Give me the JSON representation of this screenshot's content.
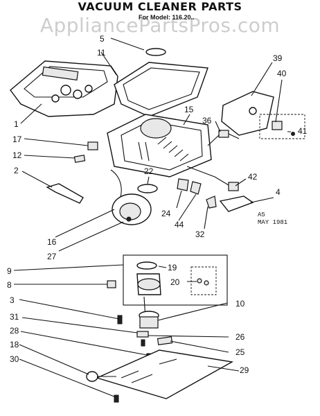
{
  "header": {
    "title": "VACUUM CLEANER PARTS",
    "model": "For Model: 116.20..",
    "watermark": "AppliancePartsPros.com"
  },
  "callouts": [
    "5",
    "11",
    "39",
    "40",
    "41",
    "15",
    "36",
    "1",
    "17",
    "12",
    "2",
    "22",
    "24",
    "44",
    "32",
    "42",
    "4",
    "16",
    "27",
    "9",
    "8",
    "19",
    "20",
    "3",
    "10",
    "31",
    "26",
    "28",
    "25",
    "18",
    "29",
    "30"
  ],
  "stamp": {
    "line1": "A5",
    "line2": "MAY 1981"
  }
}
